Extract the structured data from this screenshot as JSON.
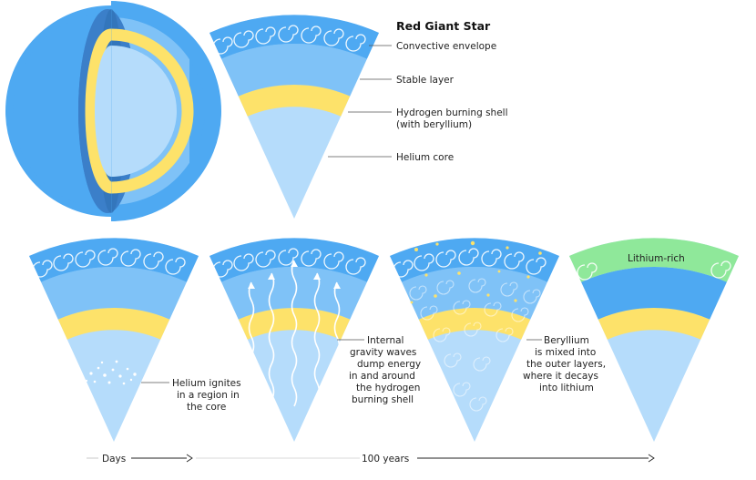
{
  "title": "Red Giant Star",
  "layers": {
    "convective_envelope": "Convective envelope",
    "stable_layer": "Stable layer",
    "hydrogen_shell_line1": "Hydrogen burning shell",
    "hydrogen_shell_line2": "(with beryllium)",
    "helium_core": "Helium core"
  },
  "stages": {
    "helium_ignites": [
      "Helium ignites",
      "in a region in",
      "the core"
    ],
    "gravity_waves": [
      "Internal",
      "gravity waves",
      "dump energy",
      "in and around",
      "the hydrogen",
      "burning shell"
    ],
    "beryllium_mixed": [
      "Beryllium",
      "is mixed into",
      "the outer layers,",
      "where it decays",
      "into lithium"
    ],
    "lithium_rich": "Lithium-rich"
  },
  "timeline": {
    "days": "Days",
    "years": "100 years"
  },
  "colors": {
    "envelope": "#4ea9f2",
    "stable": "#7fc2f7",
    "shell": "#fde26a",
    "core": "#b5dcfb",
    "lithium": "#8fe89a",
    "sphere_outer": "#4ea9f2",
    "sphere_cut_dark": "#3b7fc9"
  }
}
